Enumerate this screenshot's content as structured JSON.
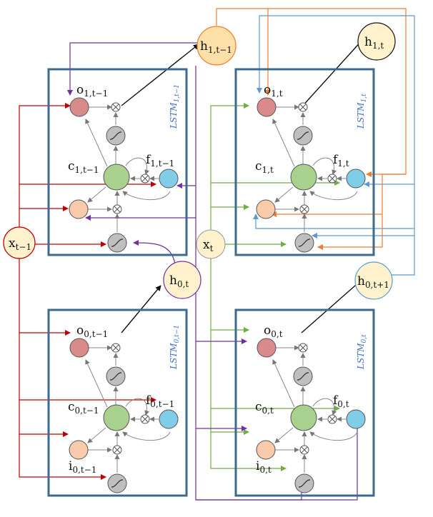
{
  "colors": {
    "box": "#3d6a8f",
    "output_gate": "#d98b8b",
    "cell": "#a9d18e",
    "forget_gate": "#7fcde6",
    "input_gate": "#f8cbad",
    "tanh": "#bfbfbf",
    "x_node": "#fff2cc",
    "h_node_orange": "#ffe0a8",
    "red_link": "#c00000",
    "green_link": "#70ad47",
    "purple_link": "#7030a0",
    "orange_link": "#ed7d31",
    "blue_link": "#5b9bd5"
  },
  "icons": {
    "tanh": "sigmoid-curve-icon",
    "multiply": "cross-circle-icon"
  },
  "cells": [
    {
      "side_label": "LSTM",
      "side_sub": "1,t−1",
      "o": {
        "base": "o",
        "sub": "1,t−1"
      },
      "c": {
        "base": "c",
        "sub": "1,t−1"
      },
      "f": {
        "base": "f",
        "sub": "1,t−1"
      },
      "i": {
        "base": "",
        "sub": ""
      }
    },
    {
      "side_label": "LSTM",
      "side_sub": "1,t",
      "o": {
        "base": "o",
        "sub": "1,t"
      },
      "c": {
        "base": "c",
        "sub": "1,t"
      },
      "f": {
        "base": "f",
        "sub": "1,t"
      },
      "i": {
        "base": "",
        "sub": ""
      }
    },
    {
      "side_label": "LSTM",
      "side_sub": "0,t−1",
      "o": {
        "base": "o",
        "sub": "0,t−1"
      },
      "c": {
        "base": "c",
        "sub": "0,t−1"
      },
      "f": {
        "base": "f",
        "sub": "0,t−1"
      },
      "i": {
        "base": "i",
        "sub": "0,t−1"
      }
    },
    {
      "side_label": "LSTM",
      "side_sub": "0,t",
      "o": {
        "base": "o",
        "sub": "0,t"
      },
      "c": {
        "base": "c",
        "sub": "0,t"
      },
      "f": {
        "base": "f",
        "sub": "0,t"
      },
      "i": {
        "base": "i",
        "sub": "0,t"
      }
    }
  ],
  "nodes": {
    "h1_prev": {
      "base": "h",
      "sub": "1,t−1"
    },
    "h1_t": {
      "base": "h",
      "sub": "1,t"
    },
    "h0_t": {
      "base": "h",
      "sub": "0,t"
    },
    "h0_next": {
      "base": "h",
      "sub": "0,t+1"
    },
    "x_prev": {
      "base": "x",
      "sub": "t−1"
    },
    "x_t": {
      "base": "x",
      "sub": "t"
    }
  }
}
